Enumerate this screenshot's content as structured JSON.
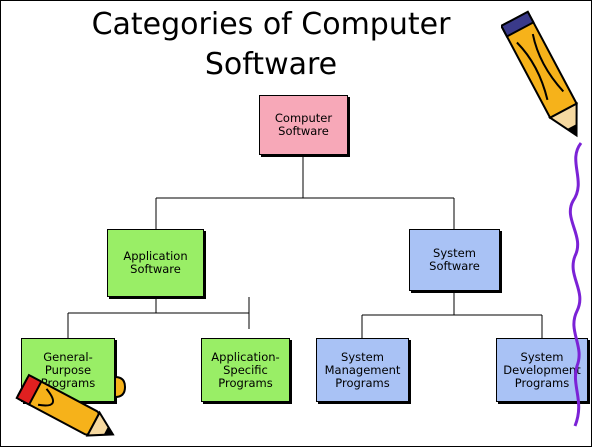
{
  "title": {
    "line1": "Categories of Computer",
    "line2": "Software"
  },
  "diagram": {
    "root": "Computer\nSoftware",
    "application": "Application\nSoftware",
    "system": "System\nSoftware",
    "general_purpose": "General-\nPurpose\nPrograms",
    "application_specific": "Application-\nSpecific\nPrograms",
    "system_management": "System\nManagement\nPrograms",
    "system_development": "System\nDevelopment\nPrograms"
  },
  "colors": {
    "root": "#f7a8b8",
    "application_level": "#99ee66",
    "system_level": "#a9c2f5",
    "connector": "#000000",
    "decor_line": "#7b22d6"
  },
  "decorations": [
    "pencil-icon",
    "crayon-icon",
    "squiggle-line"
  ]
}
